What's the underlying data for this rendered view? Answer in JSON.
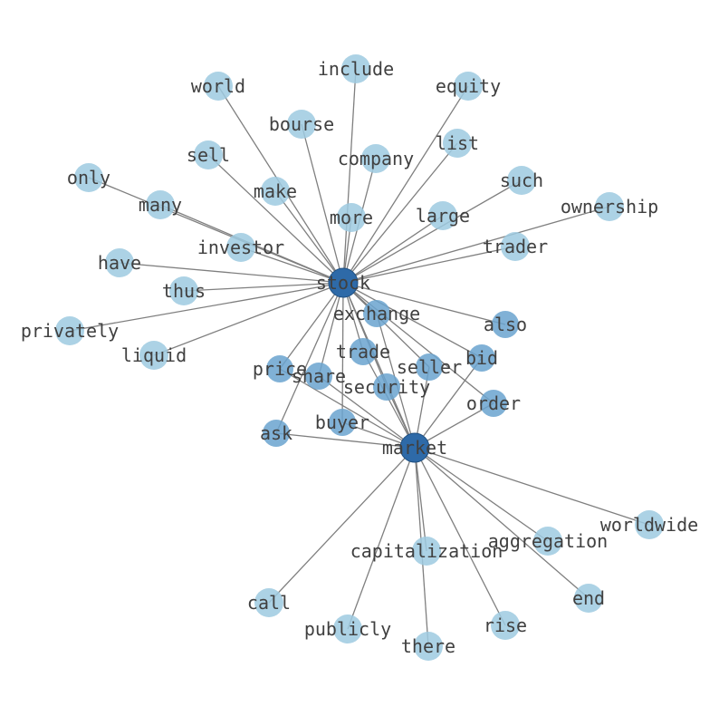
{
  "colors": {
    "hub": "#2e6aa8",
    "mid": "#6aa3cf",
    "leaf": "#9ecae1",
    "edge": "#7f7f7f",
    "label": "#404040"
  },
  "nodes": [
    {
      "id": "stock",
      "label": "stock",
      "tier": "hub"
    },
    {
      "id": "market",
      "label": "market",
      "tier": "hub"
    },
    {
      "id": "exchange",
      "label": "exchange",
      "tier": "mid"
    },
    {
      "id": "trade",
      "label": "trade",
      "tier": "mid"
    },
    {
      "id": "bid",
      "label": "bid",
      "tier": "mid"
    },
    {
      "id": "also",
      "label": "also",
      "tier": "mid"
    },
    {
      "id": "order",
      "label": "order",
      "tier": "mid"
    },
    {
      "id": "ask",
      "label": "ask",
      "tier": "mid"
    },
    {
      "id": "security",
      "label": "security",
      "tier": "mid"
    },
    {
      "id": "share",
      "label": "share",
      "tier": "mid"
    },
    {
      "id": "price",
      "label": "price",
      "tier": "mid"
    },
    {
      "id": "seller",
      "label": "seller",
      "tier": "mid"
    },
    {
      "id": "buyer",
      "label": "buyer",
      "tier": "mid"
    },
    {
      "id": "include",
      "label": "include",
      "tier": "leaf"
    },
    {
      "id": "world",
      "label": "world",
      "tier": "leaf"
    },
    {
      "id": "equity",
      "label": "equity",
      "tier": "leaf"
    },
    {
      "id": "bourse",
      "label": "bourse",
      "tier": "leaf"
    },
    {
      "id": "list",
      "label": "list",
      "tier": "leaf"
    },
    {
      "id": "sell",
      "label": "sell",
      "tier": "leaf"
    },
    {
      "id": "company",
      "label": "company",
      "tier": "leaf"
    },
    {
      "id": "only",
      "label": "only",
      "tier": "leaf"
    },
    {
      "id": "such",
      "label": "such",
      "tier": "leaf"
    },
    {
      "id": "make",
      "label": "make",
      "tier": "leaf"
    },
    {
      "id": "many",
      "label": "many",
      "tier": "leaf"
    },
    {
      "id": "ownership",
      "label": "ownership",
      "tier": "leaf"
    },
    {
      "id": "more",
      "label": "more",
      "tier": "leaf"
    },
    {
      "id": "large",
      "label": "large",
      "tier": "leaf"
    },
    {
      "id": "investor",
      "label": "investor",
      "tier": "leaf"
    },
    {
      "id": "trader",
      "label": "trader",
      "tier": "leaf"
    },
    {
      "id": "have",
      "label": "have",
      "tier": "leaf"
    },
    {
      "id": "thus",
      "label": "thus",
      "tier": "leaf"
    },
    {
      "id": "privately",
      "label": "privately",
      "tier": "leaf"
    },
    {
      "id": "liquid",
      "label": "liquid",
      "tier": "leaf"
    },
    {
      "id": "worldwide",
      "label": "worldwide",
      "tier": "leaf"
    },
    {
      "id": "aggregation",
      "label": "aggregation",
      "tier": "leaf"
    },
    {
      "id": "capitalization",
      "label": "capitalization",
      "tier": "leaf"
    },
    {
      "id": "end",
      "label": "end",
      "tier": "leaf"
    },
    {
      "id": "call",
      "label": "call",
      "tier": "leaf"
    },
    {
      "id": "rise",
      "label": "rise",
      "tier": "leaf"
    },
    {
      "id": "publicly",
      "label": "publicly",
      "tier": "leaf"
    },
    {
      "id": "there",
      "label": "there",
      "tier": "leaf"
    }
  ],
  "edges": [
    [
      "stock",
      "market"
    ],
    [
      "stock",
      "include"
    ],
    [
      "stock",
      "world"
    ],
    [
      "stock",
      "equity"
    ],
    [
      "stock",
      "bourse"
    ],
    [
      "stock",
      "list"
    ],
    [
      "stock",
      "sell"
    ],
    [
      "stock",
      "company"
    ],
    [
      "stock",
      "only"
    ],
    [
      "stock",
      "such"
    ],
    [
      "stock",
      "make"
    ],
    [
      "stock",
      "many"
    ],
    [
      "stock",
      "ownership"
    ],
    [
      "stock",
      "more"
    ],
    [
      "stock",
      "large"
    ],
    [
      "stock",
      "investor"
    ],
    [
      "stock",
      "trader"
    ],
    [
      "stock",
      "have"
    ],
    [
      "stock",
      "thus"
    ],
    [
      "stock",
      "privately"
    ],
    [
      "stock",
      "liquid"
    ],
    [
      "stock",
      "exchange"
    ],
    [
      "stock",
      "also"
    ],
    [
      "stock",
      "trade"
    ],
    [
      "stock",
      "bid"
    ],
    [
      "stock",
      "seller"
    ],
    [
      "stock",
      "order"
    ],
    [
      "stock",
      "price"
    ],
    [
      "stock",
      "share"
    ],
    [
      "stock",
      "security"
    ],
    [
      "stock",
      "buyer"
    ],
    [
      "stock",
      "ask"
    ],
    [
      "market",
      "exchange"
    ],
    [
      "market",
      "trade"
    ],
    [
      "market",
      "bid"
    ],
    [
      "market",
      "seller"
    ],
    [
      "market",
      "order"
    ],
    [
      "market",
      "price"
    ],
    [
      "market",
      "share"
    ],
    [
      "market",
      "security"
    ],
    [
      "market",
      "buyer"
    ],
    [
      "market",
      "ask"
    ],
    [
      "market",
      "worldwide"
    ],
    [
      "market",
      "aggregation"
    ],
    [
      "market",
      "capitalization"
    ],
    [
      "market",
      "end"
    ],
    [
      "market",
      "call"
    ],
    [
      "market",
      "rise"
    ],
    [
      "market",
      "publicly"
    ],
    [
      "market",
      "there"
    ]
  ]
}
